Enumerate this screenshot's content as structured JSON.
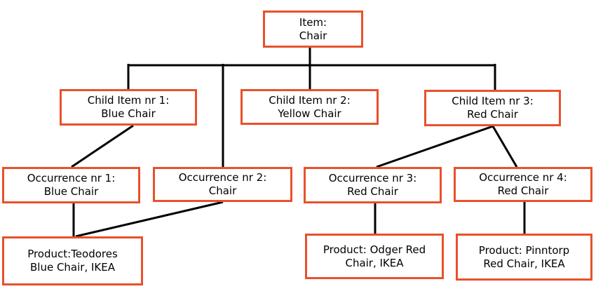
{
  "colors": {
    "box_border": "#e8512c",
    "connector": "#000000",
    "text": "#000000",
    "background": "#ffffff"
  },
  "nodes": {
    "item": {
      "line1": "Item:",
      "line2": "Chair"
    },
    "child1": {
      "line1": "Child Item nr 1:",
      "line2": "Blue Chair"
    },
    "child2": {
      "line1": "Child Item nr 2:",
      "line2": "Yellow Chair"
    },
    "child3": {
      "line1": "Child Item nr 3:",
      "line2": "Red Chair"
    },
    "occ1": {
      "line1": "Occurrence nr 1:",
      "line2": "Blue Chair"
    },
    "occ2": {
      "line1": "Occurrence nr 2:",
      "line2": "Chair"
    },
    "occ3": {
      "line1": "Occurrence nr 3:",
      "line2": "Red Chair"
    },
    "occ4": {
      "line1": "Occurrence nr 4:",
      "line2": "Red Chair"
    },
    "prod1": {
      "line1": "Product:Teodores",
      "line2": "Blue Chair, IKEA"
    },
    "prod2": {
      "line1": "Product: Odger Red",
      "line2": "Chair, IKEA"
    },
    "prod3": {
      "line1": "Product: Pinntorp",
      "line2": "Red Chair, IKEA"
    }
  },
  "edges": [
    {
      "from": "item",
      "to": "child1"
    },
    {
      "from": "item",
      "to": "child2"
    },
    {
      "from": "item",
      "to": "child3"
    },
    {
      "from": "child1",
      "to": "occ1"
    },
    {
      "from": "item",
      "to": "occ2"
    },
    {
      "from": "child3",
      "to": "occ3"
    },
    {
      "from": "child3",
      "to": "occ4"
    },
    {
      "from": "occ1",
      "to": "prod1"
    },
    {
      "from": "occ2",
      "to": "prod1"
    },
    {
      "from": "occ3",
      "to": "prod2"
    },
    {
      "from": "occ4",
      "to": "prod3"
    }
  ]
}
